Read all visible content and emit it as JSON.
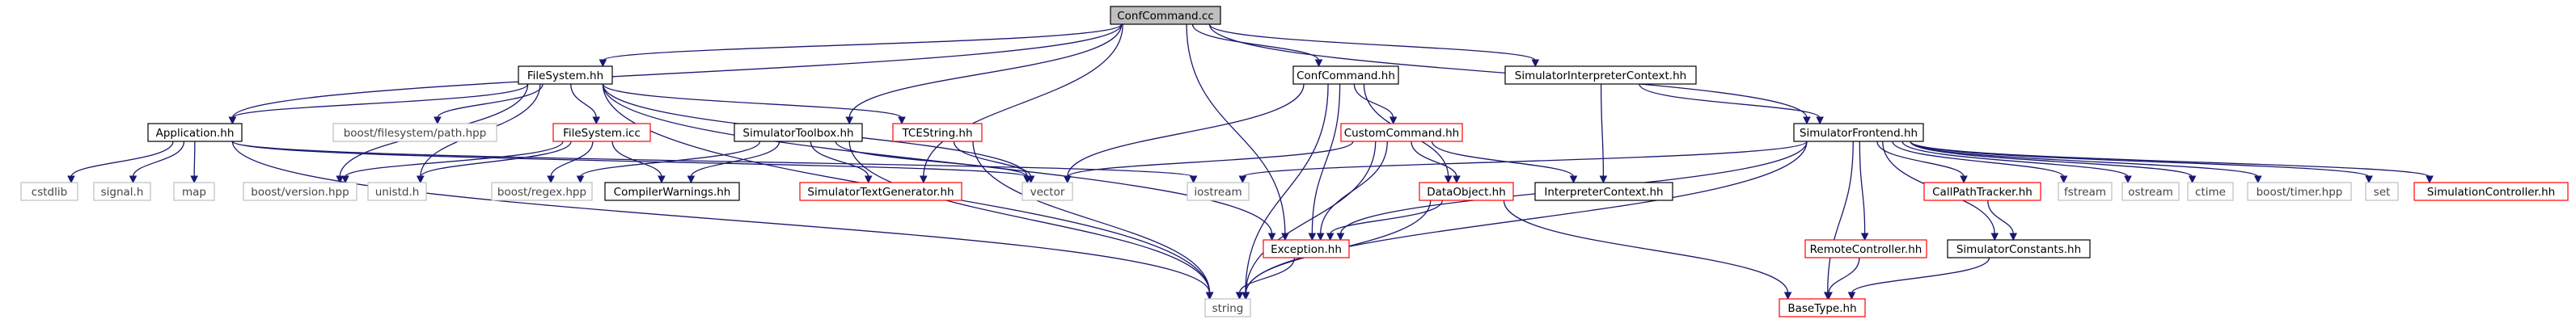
{
  "graph": {
    "root": "root",
    "colors": {
      "root_fill": "#bfbfbf",
      "plain_border": "#000000",
      "truncated_border": "#ff0000",
      "external_border": "#bfbfbf",
      "edge": "#191970"
    },
    "nodes": [
      {
        "id": "root",
        "label": "ConfCommand.cc",
        "kind": "root"
      },
      {
        "id": "filesystem_hh",
        "label": "FileSystem.hh",
        "kind": "plain"
      },
      {
        "id": "confcommand_hh",
        "label": "ConfCommand.hh",
        "kind": "plain"
      },
      {
        "id": "siminterpctx_hh",
        "label": "SimulatorInterpreterContext.hh",
        "kind": "plain"
      },
      {
        "id": "application_hh",
        "label": "Application.hh",
        "kind": "plain"
      },
      {
        "id": "boost_fs_path",
        "label": "boost/filesystem/path.hpp",
        "kind": "external"
      },
      {
        "id": "filesystem_icc",
        "label": "FileSystem.icc",
        "kind": "truncated"
      },
      {
        "id": "simtoolbox_hh",
        "label": "SimulatorToolbox.hh",
        "kind": "plain"
      },
      {
        "id": "tcestring_hh",
        "label": "TCEString.hh",
        "kind": "truncated"
      },
      {
        "id": "customcommand_hh",
        "label": "CustomCommand.hh",
        "kind": "truncated"
      },
      {
        "id": "simfrontend_hh",
        "label": "SimulatorFrontend.hh",
        "kind": "plain"
      },
      {
        "id": "cstdlib",
        "label": "cstdlib",
        "kind": "external"
      },
      {
        "id": "signal_h",
        "label": "signal.h",
        "kind": "external"
      },
      {
        "id": "map",
        "label": "map",
        "kind": "external"
      },
      {
        "id": "boost_version",
        "label": "boost/version.hpp",
        "kind": "external"
      },
      {
        "id": "unistd_h",
        "label": "unistd.h",
        "kind": "external"
      },
      {
        "id": "boost_regex",
        "label": "boost/regex.hpp",
        "kind": "external"
      },
      {
        "id": "compilerwarnings_hh",
        "label": "CompilerWarnings.hh",
        "kind": "plain"
      },
      {
        "id": "simtextgen_hh",
        "label": "SimulatorTextGenerator.hh",
        "kind": "truncated"
      },
      {
        "id": "vector",
        "label": "vector",
        "kind": "external"
      },
      {
        "id": "iostream",
        "label": "iostream",
        "kind": "external"
      },
      {
        "id": "dataobject_hh",
        "label": "DataObject.hh",
        "kind": "truncated"
      },
      {
        "id": "interpctx_hh",
        "label": "InterpreterContext.hh",
        "kind": "plain"
      },
      {
        "id": "callpathtracker_hh",
        "label": "CallPathTracker.hh",
        "kind": "truncated"
      },
      {
        "id": "fstream",
        "label": "fstream",
        "kind": "external"
      },
      {
        "id": "ostream",
        "label": "ostream",
        "kind": "external"
      },
      {
        "id": "ctime",
        "label": "ctime",
        "kind": "external"
      },
      {
        "id": "boost_timer",
        "label": "boost/timer.hpp",
        "kind": "external"
      },
      {
        "id": "set",
        "label": "set",
        "kind": "external"
      },
      {
        "id": "simcontroller_hh",
        "label": "SimulationController.hh",
        "kind": "truncated"
      },
      {
        "id": "exception_hh",
        "label": "Exception.hh",
        "kind": "truncated"
      },
      {
        "id": "remotecontroller_hh",
        "label": "RemoteController.hh",
        "kind": "truncated"
      },
      {
        "id": "simconstants_hh",
        "label": "SimulatorConstants.hh",
        "kind": "plain"
      },
      {
        "id": "string",
        "label": "string",
        "kind": "external"
      },
      {
        "id": "basetype_hh",
        "label": "BaseType.hh",
        "kind": "truncated"
      }
    ],
    "edges": [
      [
        "root",
        "filesystem_hh"
      ],
      [
        "root",
        "confcommand_hh"
      ],
      [
        "root",
        "siminterpctx_hh"
      ],
      [
        "root",
        "application_hh"
      ],
      [
        "root",
        "simtoolbox_hh"
      ],
      [
        "root",
        "simtextgen_hh"
      ],
      [
        "root",
        "exception_hh"
      ],
      [
        "root",
        "simfrontend_hh"
      ],
      [
        "filesystem_hh",
        "application_hh"
      ],
      [
        "filesystem_hh",
        "boost_fs_path"
      ],
      [
        "filesystem_hh",
        "filesystem_icc"
      ],
      [
        "filesystem_hh",
        "tcestring_hh"
      ],
      [
        "filesystem_hh",
        "vector"
      ],
      [
        "filesystem_hh",
        "exception_hh"
      ],
      [
        "filesystem_hh",
        "string"
      ],
      [
        "filesystem_hh",
        "unistd_h"
      ],
      [
        "filesystem_hh",
        "boost_version"
      ],
      [
        "application_hh",
        "cstdlib"
      ],
      [
        "application_hh",
        "signal_h"
      ],
      [
        "application_hh",
        "map"
      ],
      [
        "application_hh",
        "vector"
      ],
      [
        "application_hh",
        "iostream"
      ],
      [
        "application_hh",
        "string"
      ],
      [
        "filesystem_icc",
        "boost_version"
      ],
      [
        "filesystem_icc",
        "unistd_h"
      ],
      [
        "filesystem_icc",
        "boost_regex"
      ],
      [
        "filesystem_icc",
        "compilerwarnings_hh"
      ],
      [
        "simtoolbox_hh",
        "boost_regex"
      ],
      [
        "simtoolbox_hh",
        "compilerwarnings_hh"
      ],
      [
        "simtoolbox_hh",
        "simtextgen_hh"
      ],
      [
        "simtoolbox_hh",
        "vector"
      ],
      [
        "simtoolbox_hh",
        "string"
      ],
      [
        "tcestring_hh",
        "vector"
      ],
      [
        "tcestring_hh",
        "string"
      ],
      [
        "confcommand_hh",
        "customcommand_hh"
      ],
      [
        "confcommand_hh",
        "dataobject_hh"
      ],
      [
        "confcommand_hh",
        "vector"
      ],
      [
        "confcommand_hh",
        "exception_hh"
      ],
      [
        "confcommand_hh",
        "string"
      ],
      [
        "customcommand_hh",
        "vector"
      ],
      [
        "customcommand_hh",
        "dataobject_hh"
      ],
      [
        "customcommand_hh",
        "interpctx_hh"
      ],
      [
        "customcommand_hh",
        "exception_hh"
      ],
      [
        "customcommand_hh",
        "string"
      ],
      [
        "dataobject_hh",
        "exception_hh"
      ],
      [
        "dataobject_hh",
        "string"
      ],
      [
        "dataobject_hh",
        "basetype_hh"
      ],
      [
        "siminterpctx_hh",
        "interpctx_hh"
      ],
      [
        "siminterpctx_hh",
        "simfrontend_hh"
      ],
      [
        "simfrontend_hh",
        "iostream"
      ],
      [
        "simfrontend_hh",
        "callpathtracker_hh"
      ],
      [
        "simfrontend_hh",
        "fstream"
      ],
      [
        "simfrontend_hh",
        "ostream"
      ],
      [
        "simfrontend_hh",
        "ctime"
      ],
      [
        "simfrontend_hh",
        "boost_timer"
      ],
      [
        "simfrontend_hh",
        "set"
      ],
      [
        "simfrontend_hh",
        "simcontroller_hh"
      ],
      [
        "simfrontend_hh",
        "exception_hh"
      ],
      [
        "simfrontend_hh",
        "remotecontroller_hh"
      ],
      [
        "simfrontend_hh",
        "simconstants_hh"
      ],
      [
        "simfrontend_hh",
        "string"
      ],
      [
        "simfrontend_hh",
        "basetype_hh"
      ],
      [
        "callpathtracker_hh",
        "simconstants_hh"
      ],
      [
        "remotecontroller_hh",
        "basetype_hh"
      ],
      [
        "simconstants_hh",
        "basetype_hh"
      ],
      [
        "exception_hh",
        "string"
      ]
    ]
  }
}
